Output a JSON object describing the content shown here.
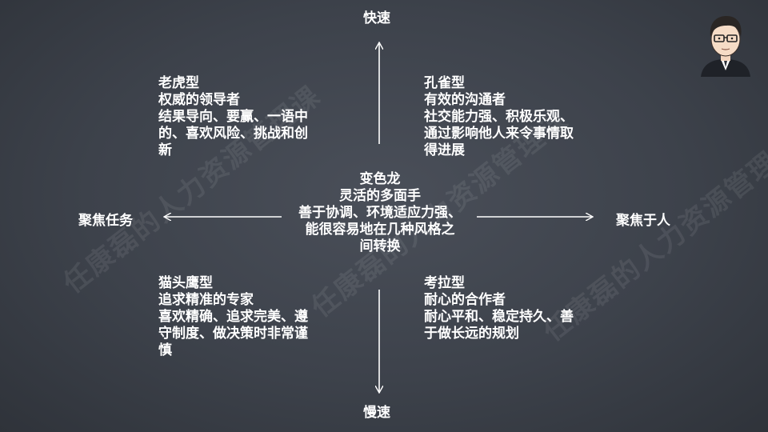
{
  "axes": {
    "top": "快速",
    "bottom": "慢速",
    "left": "聚焦任务",
    "right": "聚焦于人"
  },
  "quadrants": {
    "top_left": {
      "title": "老虎型",
      "lines": [
        "权威的领导者",
        "结果导向、要赢、一语中",
        "的、喜欢风险、挑战和创",
        "新"
      ]
    },
    "top_right": {
      "title": "孔雀型",
      "lines": [
        "有效的沟通者",
        "社交能力强、积极乐观、",
        "通过影响他人来令事情取",
        "得进展"
      ]
    },
    "bottom_left": {
      "title": "猫头鹰型",
      "lines": [
        "追求精准的专家",
        "喜欢精确、追求完美、遵",
        "守制度、做决策时非常谨",
        "慎"
      ]
    },
    "bottom_right": {
      "title": "考拉型",
      "lines": [
        "耐心的合作者",
        "耐心平和、稳定持久、善",
        "于做长远的规划"
      ]
    }
  },
  "center": {
    "title": "变色龙",
    "lines": [
      "灵活的多面手",
      "善于协调、环境适应力强、",
      "能很容易地在几种风格之",
      "间转换"
    ]
  },
  "watermark": "任康磊的人力资源管理课",
  "colors": {
    "background": "#3d424b",
    "text": "#ffffff",
    "arrow": "#ffffff"
  }
}
